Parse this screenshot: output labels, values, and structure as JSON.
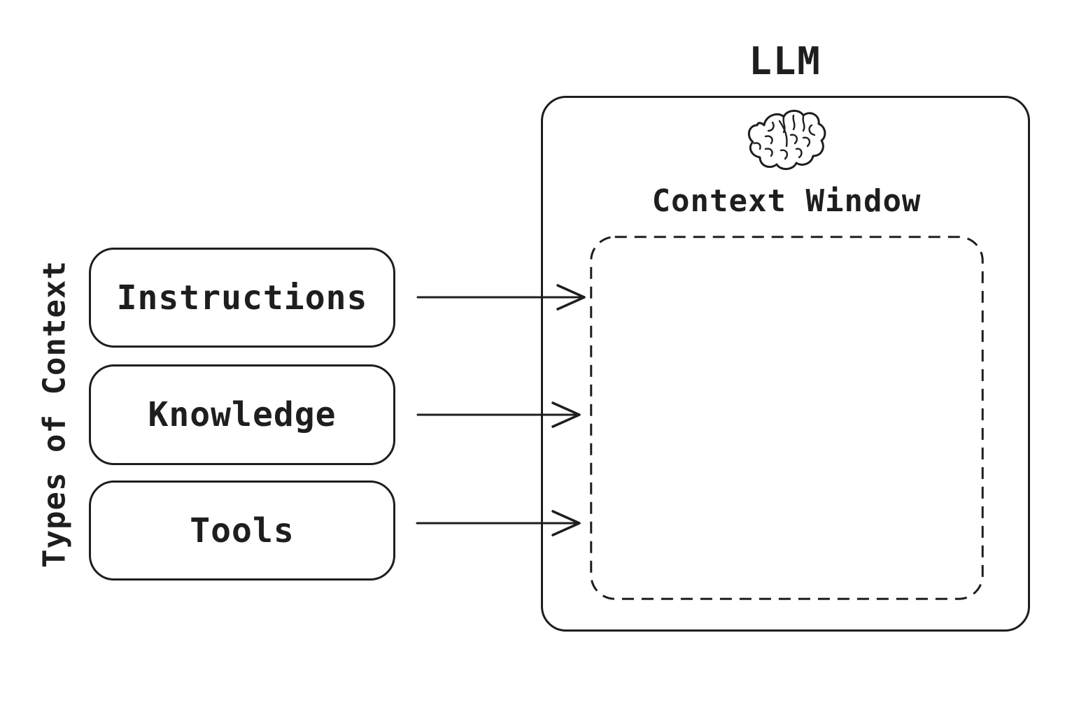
{
  "colors": {
    "background": "#ffffff",
    "stroke": "#1e1e1e"
  },
  "sidebar": {
    "axis_label": "Types of Context"
  },
  "context_types": [
    {
      "id": "instructions",
      "label": "Instructions"
    },
    {
      "id": "knowledge",
      "label": "Knowledge"
    },
    {
      "id": "tools",
      "label": "Tools"
    }
  ],
  "llm": {
    "title": "LLM",
    "icon": "brain-icon",
    "context_window_label": "Context Window"
  },
  "connections": [
    {
      "from": "Instructions",
      "to": "Context Window"
    },
    {
      "from": "Knowledge",
      "to": "Context Window"
    },
    {
      "from": "Tools",
      "to": "Context Window"
    }
  ]
}
